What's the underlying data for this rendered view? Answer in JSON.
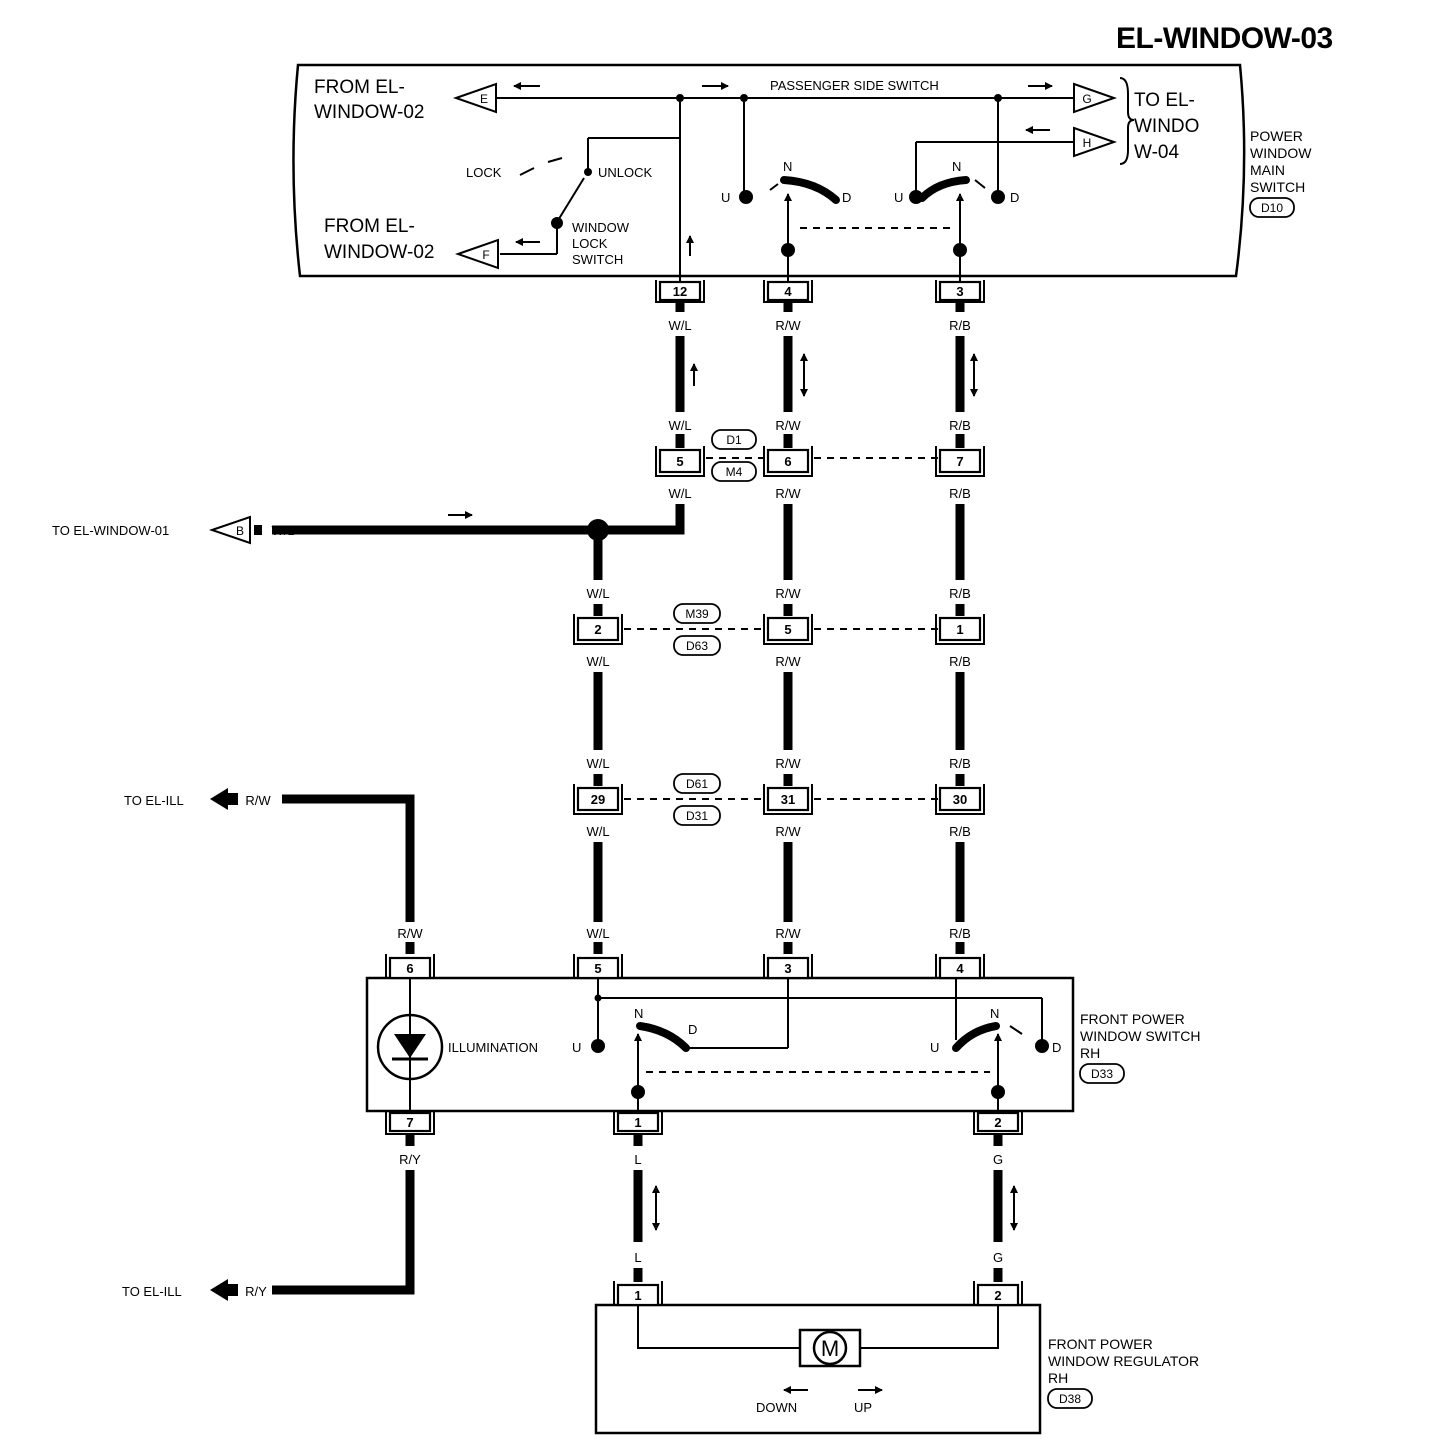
{
  "title": "EL-WINDOW-03",
  "main_switch": {
    "name_lines": [
      "POWER",
      "WINDOW",
      "MAIN",
      "SWITCH"
    ],
    "connector": "D10",
    "passenger_side_switch": "PASSENGER SIDE SWITCH",
    "from_top": [
      "FROM EL-",
      "WINDOW-02"
    ],
    "from_bottom": [
      "FROM EL-",
      "WINDOW-02"
    ],
    "to": [
      "TO EL-",
      "WINDO",
      "W-04"
    ],
    "lock": "LOCK",
    "unlock": "UNLOCK",
    "lock_switch": [
      "WINDOW",
      "LOCK",
      "SWITCH"
    ],
    "refs": {
      "E": "E",
      "F": "F",
      "G": "G",
      "H": "H"
    },
    "u": "U",
    "n": "N",
    "d": "D",
    "pins": [
      "12",
      "4",
      "3"
    ]
  },
  "wires": {
    "wl": "W/L",
    "rw": "R/W",
    "rb": "R/B",
    "ry": "R/Y",
    "l": "L",
    "g": "G"
  },
  "joint1": {
    "pins": [
      "5",
      "6",
      "7"
    ],
    "ids": [
      "D1",
      "M4"
    ]
  },
  "to_el_window_01": {
    "text": "TO EL-WINDOW-01",
    "ref": "B",
    "wire": "W/L"
  },
  "joint2": {
    "pins": [
      "2",
      "5",
      "1"
    ],
    "ids": [
      "M39",
      "D63"
    ]
  },
  "joint3": {
    "pins": [
      "29",
      "31",
      "30"
    ],
    "ids": [
      "D61",
      "D31"
    ]
  },
  "to_el_ill_top": {
    "text": "TO EL-ILL",
    "wire": "R/W"
  },
  "to_el_ill_bottom": {
    "text": "TO EL-ILL",
    "wire": "R/Y"
  },
  "rh_switch": {
    "name_lines": [
      "FRONT POWER",
      "WINDOW SWITCH",
      "RH"
    ],
    "connector": "D33",
    "illumination": "ILLUMINATION",
    "top_pins": [
      "6",
      "5",
      "3",
      "4"
    ],
    "bottom_pins": [
      "7",
      "1",
      "2"
    ],
    "u": "U",
    "n": "N",
    "d": "D"
  },
  "regulator": {
    "name_lines": [
      "FRONT POWER",
      "WINDOW REGULATOR",
      "RH"
    ],
    "connector": "D38",
    "pins": [
      "1",
      "2"
    ],
    "motor": "M",
    "down": "DOWN",
    "up": "UP"
  }
}
